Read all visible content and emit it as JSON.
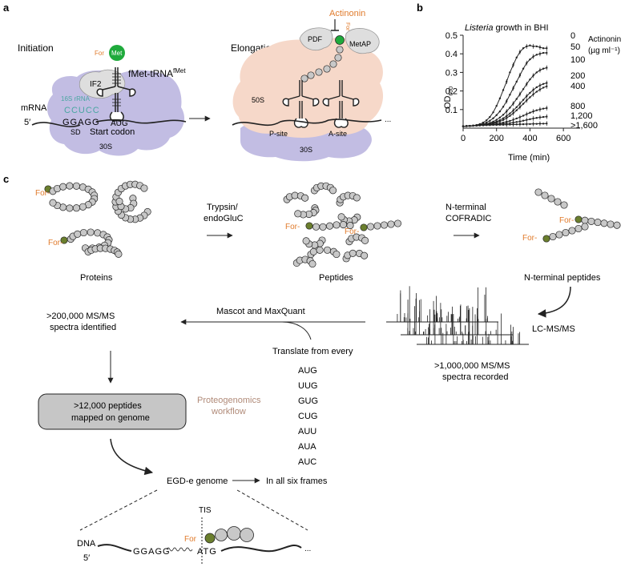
{
  "colors": {
    "orange": "#e07b2c",
    "ribosome_30s": "#c2bde3",
    "ribosome_50s": "#f6d8c9",
    "if2": "#dedede",
    "met_green": "#1faa3c",
    "formyl_green": "#6b7f2e",
    "bead": "#c8c8c8",
    "teal": "#4aa6a2",
    "workflow_text": "#b08a78",
    "box_fill": "#c6c6c6"
  },
  "panel_a": {
    "label": "a",
    "initiation": {
      "title": "Initiation",
      "for_label": "For",
      "met_label": "Met",
      "trna_label": "fMet-tRNA",
      "trna_sup": "fMet",
      "if2": "IF2",
      "rrna": "16S rRNA",
      "rrna_seq": "CCUCC",
      "sd_seq": "GGAGG",
      "sd": "SD",
      "start_codon": "Start codon",
      "aug": "AUG",
      "mrna": "mRNA",
      "five_prime": "5′",
      "subunit": "30S"
    },
    "elongation": {
      "title": "Elongation",
      "actinonin": "Actinonin",
      "pdf": "PDF",
      "metap": "MetAP",
      "for_label": "For",
      "large": "50S",
      "small": "30S",
      "p_site": "P-site",
      "a_site": "A-site",
      "ellipsis": "..."
    }
  },
  "panel_b": {
    "label": "b",
    "title_italic": "Listeria",
    "title_rest": " growth in BHI",
    "legend_title": "Actinonin",
    "legend_units": "(µg ml⁻¹)",
    "ylabel": "OD",
    "ylabel_sub": "600",
    "xlabel": "Time (min)",
    "series_labels": [
      "0",
      "50",
      "100",
      "200",
      "400",
      "800",
      "1,200",
      ">1,600"
    ],
    "x_ticks": [
      "0",
      "200",
      "400",
      "600"
    ],
    "y_ticks": [
      "0.1",
      "0.2",
      "0.3",
      "0.4",
      "0.5"
    ]
  },
  "chart_data": {
    "type": "line",
    "x": [
      0,
      20,
      40,
      60,
      80,
      100,
      120,
      140,
      160,
      180,
      200,
      220,
      240,
      260,
      280,
      300,
      320,
      340,
      360,
      380,
      400,
      420,
      440,
      460,
      480,
      500
    ],
    "series": [
      {
        "name": "0",
        "values": [
          0.01,
          0.011,
          0.012,
          0.014,
          0.017,
          0.022,
          0.03,
          0.042,
          0.06,
          0.085,
          0.12,
          0.16,
          0.205,
          0.25,
          0.3,
          0.34,
          0.38,
          0.41,
          0.43,
          0.44,
          0.445,
          0.44,
          0.44,
          0.435,
          0.43,
          0.43
        ]
      },
      {
        "name": "50",
        "values": [
          0.01,
          0.011,
          0.012,
          0.013,
          0.015,
          0.018,
          0.023,
          0.03,
          0.04,
          0.053,
          0.07,
          0.09,
          0.115,
          0.145,
          0.18,
          0.215,
          0.25,
          0.285,
          0.32,
          0.35,
          0.37,
          0.385,
          0.395,
          0.4,
          0.405,
          0.405
        ]
      },
      {
        "name": "100",
        "values": [
          0.01,
          0.011,
          0.012,
          0.013,
          0.014,
          0.016,
          0.019,
          0.023,
          0.028,
          0.035,
          0.045,
          0.057,
          0.072,
          0.09,
          0.11,
          0.132,
          0.157,
          0.183,
          0.21,
          0.237,
          0.262,
          0.283,
          0.3,
          0.312,
          0.32,
          0.325
        ]
      },
      {
        "name": "200",
        "values": [
          0.01,
          0.011,
          0.012,
          0.013,
          0.014,
          0.015,
          0.017,
          0.02,
          0.024,
          0.029,
          0.035,
          0.043,
          0.053,
          0.065,
          0.079,
          0.095,
          0.113,
          0.132,
          0.152,
          0.172,
          0.19,
          0.206,
          0.22,
          0.23,
          0.238,
          0.243
        ]
      },
      {
        "name": "400",
        "values": [
          0.01,
          0.011,
          0.012,
          0.013,
          0.014,
          0.015,
          0.016,
          0.018,
          0.021,
          0.025,
          0.03,
          0.036,
          0.044,
          0.054,
          0.066,
          0.08,
          0.096,
          0.113,
          0.131,
          0.149,
          0.166,
          0.182,
          0.196,
          0.208,
          0.218,
          0.225
        ]
      },
      {
        "name": "800",
        "values": [
          0.01,
          0.011,
          0.012,
          0.013,
          0.014,
          0.015,
          0.016,
          0.017,
          0.019,
          0.021,
          0.023,
          0.026,
          0.03,
          0.034,
          0.039,
          0.045,
          0.052,
          0.059,
          0.067,
          0.075,
          0.083,
          0.09,
          0.096,
          0.101,
          0.105,
          0.108
        ]
      },
      {
        "name": "1,200",
        "values": [
          0.01,
          0.011,
          0.012,
          0.013,
          0.014,
          0.015,
          0.016,
          0.017,
          0.018,
          0.019,
          0.02,
          0.021,
          0.023,
          0.025,
          0.027,
          0.03,
          0.033,
          0.036,
          0.04,
          0.044,
          0.048,
          0.052,
          0.055,
          0.058,
          0.06,
          0.062
        ]
      },
      {
        "name": ">1,600",
        "values": [
          0.01,
          0.011,
          0.012,
          0.013,
          0.014,
          0.015,
          0.015,
          0.016,
          0.016,
          0.017,
          0.017,
          0.018,
          0.018,
          0.019,
          0.019,
          0.02,
          0.02,
          0.021,
          0.021,
          0.022,
          0.022,
          0.023,
          0.023,
          0.024,
          0.024,
          0.025
        ]
      }
    ],
    "title": "Listeria growth in BHI",
    "xlabel": "Time (min)",
    "ylabel": "OD600",
    "xlim": [
      0,
      700
    ],
    "ylim": [
      0,
      0.5
    ],
    "grid": false,
    "legend": "right of curve ends"
  },
  "panel_c": {
    "label": "c",
    "proteins": "Proteins",
    "for_label": "For-",
    "arrow1_l1": "Trypsin/",
    "arrow1_l2": "endoGluC",
    "peptides": "Peptides",
    "arrow2_l1": "N-terminal",
    "arrow2_l2": "COFRADIC",
    "nterm_peptides": "N-terminal peptides",
    "lcms": "LC-MS/MS",
    "recorded_l1": ">1,000,000 MS/MS",
    "recorded_l2": "spectra recorded",
    "mascot": "Mascot and MaxQuant",
    "identified_l1": ">200,000 MS/MS",
    "identified_l2": "spectra identified",
    "translate": "Translate from every",
    "codons": [
      "AUG",
      "UUG",
      "GUG",
      "CUG",
      "AUU",
      "AUA",
      "AUC"
    ],
    "box_l1": ">12,000 peptides",
    "box_l2": "mapped on genome",
    "workflow_l1": "Proteogenomics",
    "workflow_l2": "workflow",
    "genome": "EGD-e genome",
    "frames": "In all six frames",
    "tis": "TIS",
    "dna": "DNA",
    "five_prime": "5′",
    "dna_sd": "GGAGG",
    "dna_start": "ATG",
    "for_plain": "For",
    "ellipsis": "..."
  }
}
